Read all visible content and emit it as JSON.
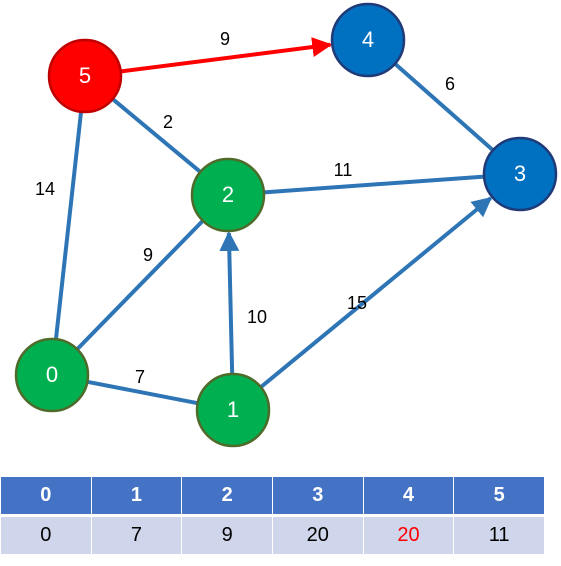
{
  "colors": {
    "visited_fill": "#00b050",
    "visited_stroke": "#4e6b2a",
    "pending_fill": "#0070c0",
    "pending_stroke": "#1f3a78",
    "current_fill": "#ff0000",
    "current_stroke": "#c00000",
    "edge": "#2e75b6",
    "highlight_edge": "#ff0000",
    "table_header": "#4472c4",
    "table_row": "#cfd5ea",
    "highlight_text": "#ff0000"
  },
  "nodes": [
    {
      "id": "0",
      "label": "0",
      "state": "visited"
    },
    {
      "id": "1",
      "label": "1",
      "state": "visited"
    },
    {
      "id": "2",
      "label": "2",
      "state": "visited"
    },
    {
      "id": "3",
      "label": "3",
      "state": "pending"
    },
    {
      "id": "4",
      "label": "4",
      "state": "pending"
    },
    {
      "id": "5",
      "label": "5",
      "state": "current"
    }
  ],
  "edges": [
    {
      "from": "5",
      "to": "4",
      "weight": "9",
      "directed": true,
      "highlight": true
    },
    {
      "from": "4",
      "to": "3",
      "weight": "6",
      "directed": false,
      "highlight": false
    },
    {
      "from": "5",
      "to": "2",
      "weight": "2",
      "directed": false,
      "highlight": false
    },
    {
      "from": "5",
      "to": "0",
      "weight": "14",
      "directed": false,
      "highlight": false
    },
    {
      "from": "2",
      "to": "3",
      "weight": "11",
      "directed": false,
      "highlight": false
    },
    {
      "from": "0",
      "to": "2",
      "weight": "9",
      "directed": false,
      "highlight": false
    },
    {
      "from": "1",
      "to": "2",
      "weight": "10",
      "directed": true,
      "highlight": false
    },
    {
      "from": "1",
      "to": "3",
      "weight": "15",
      "directed": true,
      "highlight": false
    },
    {
      "from": "0",
      "to": "1",
      "weight": "7",
      "directed": false,
      "highlight": false
    }
  ],
  "table": {
    "headers": [
      "0",
      "1",
      "2",
      "3",
      "4",
      "5"
    ],
    "values": [
      "0",
      "7",
      "9",
      "20",
      "20",
      "11"
    ],
    "highlight_index": 4
  }
}
